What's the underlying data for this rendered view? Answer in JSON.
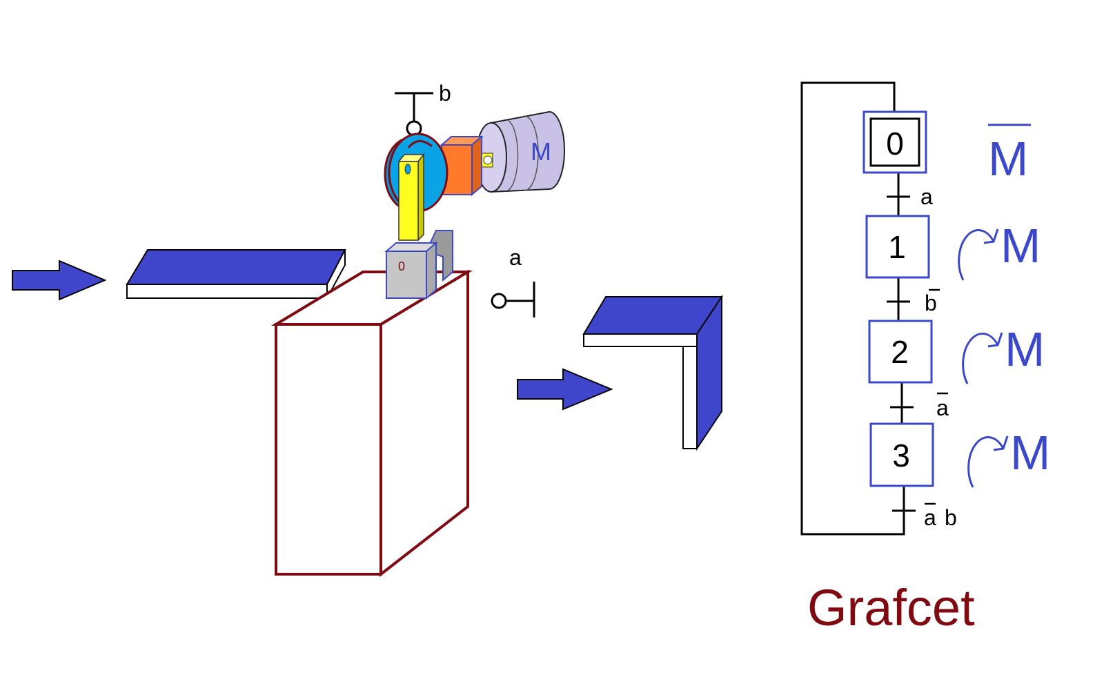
{
  "colors": {
    "blue": "#4046cc",
    "action_blue": "#3b48c8",
    "dark_red": "#7f0a12",
    "yellow": "#ffff20",
    "cyan": "#0aa3e6",
    "orange": "#ff7a2a",
    "motor_lilac": "#c9c2e6",
    "grey": "#c6c6c6",
    "black": "#000000"
  },
  "machine": {
    "motor_label": "M",
    "sensor_b_label": "b",
    "sensor_a_label": "a",
    "clamp_mark": "0"
  },
  "grafcet": {
    "title": "Grafcet",
    "steps": [
      {
        "number": "0",
        "initial": true,
        "action": "M",
        "action_negated": true,
        "action_rotation": false
      },
      {
        "number": "1",
        "initial": false,
        "action": "M",
        "action_negated": false,
        "action_rotation": true
      },
      {
        "number": "2",
        "initial": false,
        "action": "M",
        "action_negated": false,
        "action_rotation": true
      },
      {
        "number": "3",
        "initial": false,
        "action": "M",
        "action_negated": false,
        "action_rotation": true
      }
    ],
    "transitions": [
      {
        "terms": [
          {
            "text": "a",
            "negated": false
          }
        ]
      },
      {
        "terms": [
          {
            "text": "b",
            "negated": true
          }
        ]
      },
      {
        "terms": [
          {
            "text": "a",
            "negated": true
          }
        ]
      },
      {
        "terms": [
          {
            "text": "a",
            "negated": true
          },
          {
            "text": "b",
            "negated": false
          }
        ]
      }
    ]
  }
}
